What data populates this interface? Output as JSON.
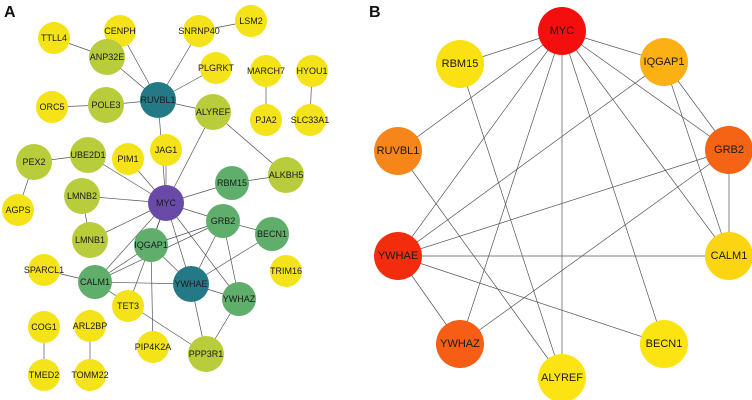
{
  "panels": {
    "a": {
      "letter": "A",
      "colors": {
        "yellow": "#f5e31a",
        "olive": "#b8cc3c",
        "green": "#5fae6c",
        "teal": "#237a86",
        "purple": "#6a4aa8"
      },
      "nodes": [
        {
          "id": "TTLL4",
          "label": "TTLL4",
          "color": "yellow"
        },
        {
          "id": "CENPH",
          "label": "CENPH",
          "color": "yellow"
        },
        {
          "id": "SNRNP40",
          "label": "SNRNP40",
          "color": "yellow"
        },
        {
          "id": "LSM2",
          "label": "LSM2",
          "color": "yellow"
        },
        {
          "id": "ANP32E",
          "label": "ANP32E",
          "color": "olive"
        },
        {
          "id": "PLGRKT",
          "label": "PLGRKT",
          "color": "yellow"
        },
        {
          "id": "MARCH7",
          "label": "MARCH7",
          "color": "yellow"
        },
        {
          "id": "HYOU1",
          "label": "HYOU1",
          "color": "yellow"
        },
        {
          "id": "RUVBL1",
          "label": "RUVBL1",
          "color": "teal"
        },
        {
          "id": "ORC5",
          "label": "ORC5",
          "color": "yellow"
        },
        {
          "id": "POLE3",
          "label": "POLE3",
          "color": "olive"
        },
        {
          "id": "ALYREF",
          "label": "ALYREF",
          "color": "olive"
        },
        {
          "id": "PJA2",
          "label": "PJA2",
          "color": "yellow"
        },
        {
          "id": "SLC33A1",
          "label": "SLC33A1",
          "color": "yellow"
        },
        {
          "id": "UBE2D1",
          "label": "UBE2D1",
          "color": "olive"
        },
        {
          "id": "JAG1",
          "label": "JAG1",
          "color": "yellow"
        },
        {
          "id": "PEX2",
          "label": "PEX2",
          "color": "olive"
        },
        {
          "id": "PIM1",
          "label": "PIM1",
          "color": "yellow"
        },
        {
          "id": "RBM15",
          "label": "RBM15",
          "color": "green"
        },
        {
          "id": "ALKBH5",
          "label": "ALKBH5",
          "color": "olive"
        },
        {
          "id": "LMNB2",
          "label": "LMNB2",
          "color": "olive"
        },
        {
          "id": "MYC",
          "label": "MYC",
          "color": "purple"
        },
        {
          "id": "AGPS",
          "label": "AGPS",
          "color": "yellow"
        },
        {
          "id": "GRB2",
          "label": "GRB2",
          "color": "green"
        },
        {
          "id": "BECN1",
          "label": "BECN1",
          "color": "green"
        },
        {
          "id": "LMNB1",
          "label": "LMNB1",
          "color": "olive"
        },
        {
          "id": "IQGAP1",
          "label": "IQGAP1",
          "color": "green"
        },
        {
          "id": "SPARCL1",
          "label": "SPARCL1",
          "color": "yellow"
        },
        {
          "id": "CALM1",
          "label": "CALM1",
          "color": "green"
        },
        {
          "id": "YWHAE",
          "label": "YWHAE",
          "color": "teal"
        },
        {
          "id": "TRIM16",
          "label": "TRIM16",
          "color": "yellow"
        },
        {
          "id": "YWHAZ",
          "label": "YWHAZ",
          "color": "green"
        },
        {
          "id": "TET3",
          "label": "TET3",
          "color": "yellow"
        },
        {
          "id": "COG1",
          "label": "COG1",
          "color": "yellow"
        },
        {
          "id": "ARL2BP",
          "label": "ARL2BP",
          "color": "yellow"
        },
        {
          "id": "PIP4K2A",
          "label": "PIP4K2A",
          "color": "yellow"
        },
        {
          "id": "PPP3R1",
          "label": "PPP3R1",
          "color": "olive"
        },
        {
          "id": "TMED2",
          "label": "TMED2",
          "color": "yellow"
        },
        {
          "id": "TOMM22",
          "label": "TOMM22",
          "color": "yellow"
        }
      ],
      "edges": [
        [
          "TTLL4",
          "ANP32E"
        ],
        [
          "CENPH",
          "RUVBL1"
        ],
        [
          "SNRNP40",
          "RUVBL1"
        ],
        [
          "SNRNP40",
          "LSM2"
        ],
        [
          "ANP32E",
          "RUVBL1"
        ],
        [
          "PLGRKT",
          "RUVBL1"
        ],
        [
          "ORC5",
          "POLE3"
        ],
        [
          "POLE3",
          "RUVBL1"
        ],
        [
          "RUVBL1",
          "ALYREF"
        ],
        [
          "RUVBL1",
          "MYC"
        ],
        [
          "ALYREF",
          "MYC"
        ],
        [
          "ALYREF",
          "ALKBH5"
        ],
        [
          "MARCH7",
          "PJA2"
        ],
        [
          "HYOU1",
          "SLC33A1"
        ],
        [
          "PEX2",
          "UBE2D1"
        ],
        [
          "PEX2",
          "AGPS"
        ],
        [
          "UBE2D1",
          "MYC"
        ],
        [
          "PIM1",
          "MYC"
        ],
        [
          "JAG1",
          "MYC"
        ],
        [
          "RBM15",
          "MYC"
        ],
        [
          "RBM15",
          "ALKBH5"
        ],
        [
          "LMNB2",
          "MYC"
        ],
        [
          "LMNB1",
          "MYC"
        ],
        [
          "LMNB2",
          "LMNB1"
        ],
        [
          "MYC",
          "GRB2"
        ],
        [
          "MYC",
          "IQGAP1"
        ],
        [
          "MYC",
          "CALM1"
        ],
        [
          "MYC",
          "YWHAE"
        ],
        [
          "MYC",
          "YWHAZ"
        ],
        [
          "MYC",
          "TET3"
        ],
        [
          "GRB2",
          "BECN1"
        ],
        [
          "GRB2",
          "IQGAP1"
        ],
        [
          "GRB2",
          "YWHAE"
        ],
        [
          "GRB2",
          "YWHAZ"
        ],
        [
          "GRB2",
          "CALM1"
        ],
        [
          "BECN1",
          "YWHAE"
        ],
        [
          "IQGAP1",
          "CALM1"
        ],
        [
          "IQGAP1",
          "YWHAE"
        ],
        [
          "IQGAP1",
          "PIP4K2A"
        ],
        [
          "SPARCL1",
          "CALM1"
        ],
        [
          "CALM1",
          "YWHAE"
        ],
        [
          "CALM1",
          "PPP3R1"
        ],
        [
          "YWHAE",
          "YWHAZ"
        ],
        [
          "YWHAE",
          "PPP3R1"
        ],
        [
          "YWHAZ",
          "PPP3R1"
        ],
        [
          "COG1",
          "TMED2"
        ],
        [
          "ARL2BP",
          "TOMM22"
        ]
      ]
    },
    "b": {
      "letter": "B",
      "nodes": [
        {
          "id": "MYC",
          "label": "MYC",
          "color": "#f50e0e"
        },
        {
          "id": "RBM15",
          "label": "RBM15",
          "color": "#fbe012"
        },
        {
          "id": "IQGAP1",
          "label": "IQGAP1",
          "color": "#fbb014"
        },
        {
          "id": "RUVBL1",
          "label": "RUVBL1",
          "color": "#f7861a"
        },
        {
          "id": "GRB2",
          "label": "GRB2",
          "color": "#f46414"
        },
        {
          "id": "YWHAE",
          "label": "YWHAE",
          "color": "#f42c0e"
        },
        {
          "id": "CALM1",
          "label": "CALM1",
          "color": "#fbd512"
        },
        {
          "id": "YWHAZ",
          "label": "YWHAZ",
          "color": "#f55e14"
        },
        {
          "id": "BECN1",
          "label": "BECN1",
          "color": "#fbe412"
        },
        {
          "id": "ALYREF",
          "label": "ALYREF",
          "color": "#fbe412"
        }
      ],
      "edges": [
        [
          "MYC",
          "IQGAP1"
        ],
        [
          "MYC",
          "GRB2"
        ],
        [
          "MYC",
          "CALM1"
        ],
        [
          "MYC",
          "BECN1"
        ],
        [
          "MYC",
          "YWHAZ"
        ],
        [
          "MYC",
          "YWHAE"
        ],
        [
          "MYC",
          "RUVBL1"
        ],
        [
          "MYC",
          "RBM15"
        ],
        [
          "MYC",
          "ALYREF"
        ],
        [
          "RBM15",
          "ALYREF"
        ],
        [
          "IQGAP1",
          "GRB2"
        ],
        [
          "IQGAP1",
          "CALM1"
        ],
        [
          "IQGAP1",
          "YWHAE"
        ],
        [
          "GRB2",
          "YWHAE"
        ],
        [
          "GRB2",
          "YWHAZ"
        ],
        [
          "GRB2",
          "CALM1"
        ],
        [
          "RUVBL1",
          "ALYREF"
        ],
        [
          "YWHAE",
          "CALM1"
        ],
        [
          "YWHAE",
          "YWHAZ"
        ],
        [
          "YWHAE",
          "BECN1"
        ]
      ]
    }
  }
}
